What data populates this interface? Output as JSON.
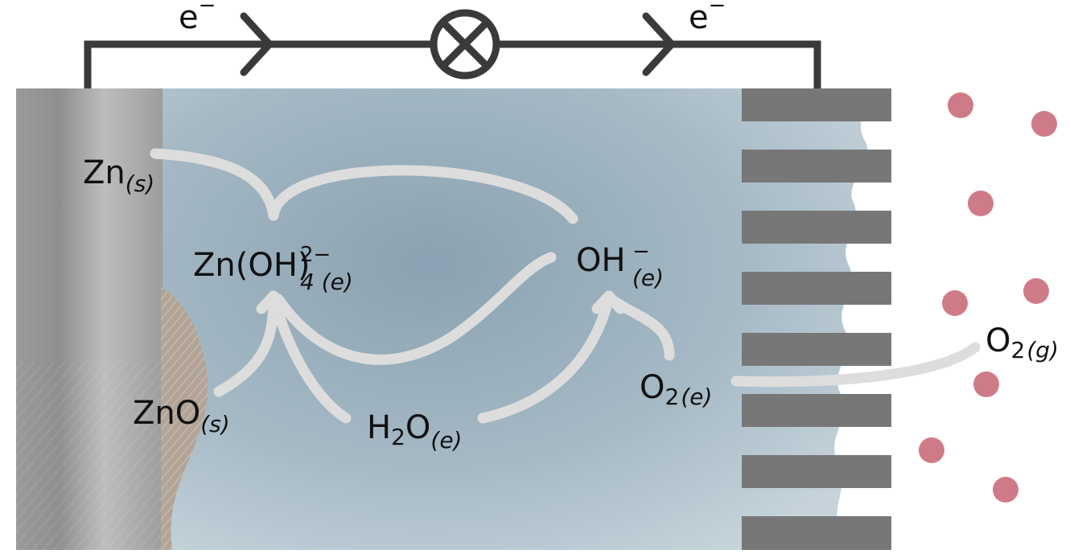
{
  "circuit": {
    "electron_left": {
      "base": "e",
      "sup": "−"
    },
    "electron_right": {
      "base": "e",
      "sup": "−"
    },
    "lamp_icon": "circled-x-lamp-icon"
  },
  "species": {
    "zn_s": {
      "base": "Zn",
      "sub": "(s)"
    },
    "zincate": {
      "base": "Zn(OH)",
      "sup": "2−",
      "sub": "4 (e)"
    },
    "oh": {
      "base": "OH",
      "sup": "−",
      "sub": "(e)"
    },
    "zno": {
      "base": "ZnO",
      "sub": "(s)"
    },
    "h2o": {
      "base1": "H",
      "num": "2",
      "base2": "O",
      "sub": "(e)"
    },
    "o2_e": {
      "base": "O",
      "num": "2",
      "sub": "(e)"
    },
    "o2_g": {
      "base": "O",
      "num": "2",
      "sub": "(g)"
    }
  },
  "colors": {
    "wire": "#3a3a3a",
    "electrolyte": "#a4b8c4",
    "zinc": "#a9a9a9",
    "oxide": "#b3a497",
    "cathode": "#777777",
    "arrows": "#dcdcdc",
    "oxygen_dots": "#cf7b87"
  }
}
